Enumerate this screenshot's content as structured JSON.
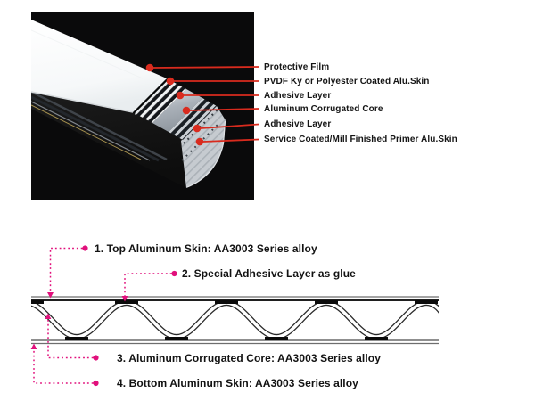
{
  "colors": {
    "photo_background": "#0a0a0b",
    "leader_red": "#d92b1e",
    "leader_pink": "#e1107c",
    "text": "#1a1a1a",
    "diagram_line": "#2a2a2a"
  },
  "exploded_view": {
    "labels": [
      "Protective Film",
      "PVDF Ky or Polyester Coated Alu.Skin",
      "Adhesive Layer",
      "Aluminum Corrugated Core",
      "Adhesive Layer",
      "Service Coated/Mill Finished Primer Alu.Skin"
    ]
  },
  "cross_section": {
    "labels": [
      "1. Top Aluminum Skin: AA3003 Series alloy",
      "2. Special Adhesive Layer as glue",
      "3. Aluminum Corrugated Core: AA3003 Series alloy",
      "4. Bottom Aluminum Skin: AA3003 Series alloy"
    ]
  }
}
